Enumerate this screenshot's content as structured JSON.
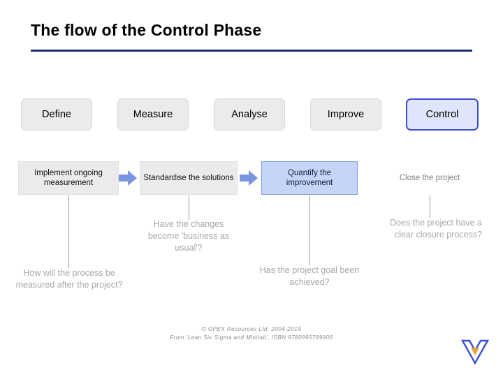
{
  "slide": {
    "title": "The flow of the Control Phase",
    "accent_color": "#1f2d6e",
    "highlight_border_color": "#3c4fd1",
    "highlight_fill_color": "#dfe6fb",
    "arrow_color": "#7b96e0"
  },
  "phases": [
    {
      "label": "Define",
      "state": "normal"
    },
    {
      "label": "Measure",
      "state": "normal"
    },
    {
      "label": "Analyse",
      "state": "normal"
    },
    {
      "label": "Improve",
      "state": "normal"
    },
    {
      "label": "Control",
      "state": "highlighted"
    }
  ],
  "actions": [
    {
      "label": "Implement ongoing measurement",
      "style": "grey"
    },
    {
      "label": "Standardise the solutions",
      "style": "grey"
    },
    {
      "label": "Quantify the improvement",
      "style": "blue"
    },
    {
      "label": "Close the project",
      "style": "bare"
    }
  ],
  "arrows": [
    {
      "name": "arrow-define-to-measure"
    },
    {
      "name": "arrow-measure-to-analyse"
    }
  ],
  "captions": [
    {
      "label": "How will the process be measured after the project?"
    },
    {
      "label": "Have the changes become 'business as usual'?"
    },
    {
      "label": "Has the project goal been achieved?"
    },
    {
      "label": "Does the project have a clear closure process?"
    }
  ],
  "footer": {
    "line1": "© OPEX Resources Ltd. 2004-2019",
    "line2": "From 'Lean Six Sigma and Minitab', ISBN 9780995789906"
  },
  "logo": {
    "name": "opex-logo"
  }
}
